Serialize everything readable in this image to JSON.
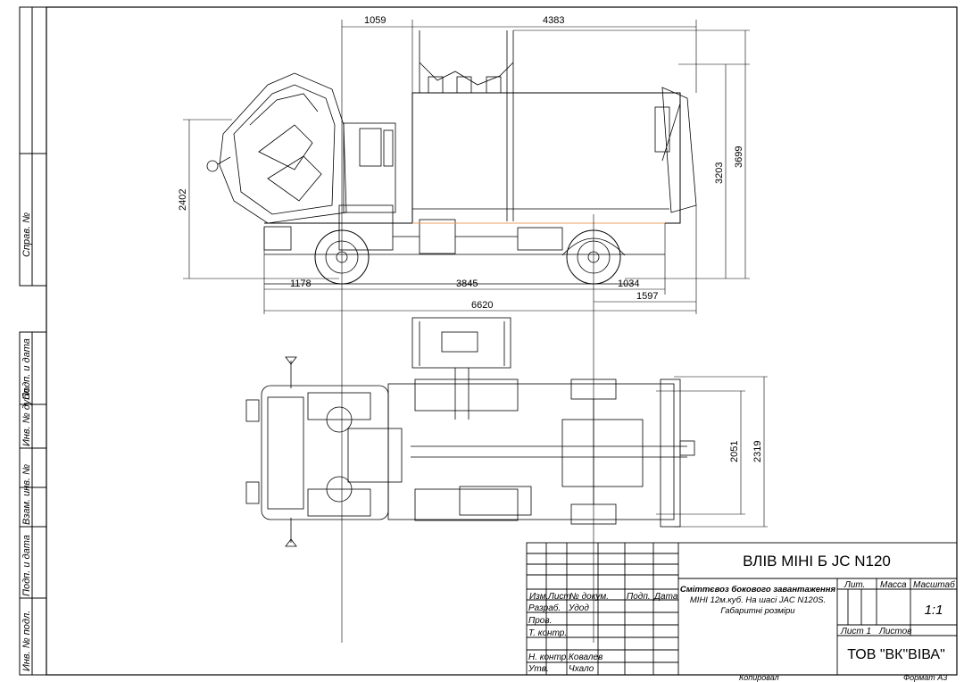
{
  "dimensions": {
    "side": {
      "front_cab": "1059",
      "body_length": "4383",
      "height_cab": "2402",
      "height_body": "3203",
      "height_total": "3699",
      "front_overhang": "1178",
      "wheelbase": "3845",
      "rear_axle_to_body": "1034",
      "rear_overhang": "1597",
      "overall_length": "6620"
    },
    "top": {
      "width_body": "2051",
      "width_total": "2319"
    }
  },
  "left_strip": {
    "sprav": "Справ. №",
    "podp_data_1": "Подп. и дата",
    "inv_dubl": "Инв. № дубл.",
    "vzam_inv": "Взам. инв. №",
    "podp_data_2": "Подп. и дата",
    "inv_podl": "Инв. № подл."
  },
  "title_block": {
    "drawing_title": "ВЛІВ МІНІ Б JC N120",
    "description_line1": "Сміттєвоз бокового завантаження",
    "description_line2": "МІНІ 12м.куб. На шасі JAC N120S.",
    "description_line3": "Габаритні розміри",
    "col_izm": "Изм.",
    "col_list": "Лист",
    "col_dokum": "№ докум.",
    "col_podp": "Подп.",
    "col_data": "Дата",
    "row_razrab": "Разраб.",
    "razrab_name": "Удод",
    "row_prov": "Пров.",
    "row_tkontr": "Т. контр.",
    "row_nkontr": "Н. контр.",
    "nkontr_name": "Ковалев",
    "row_utv": "Утв.",
    "utv_name": "Чхало",
    "lit": "Лит.",
    "massa": "Масса",
    "masshtab": "Масштаб",
    "scale_value": "1:1",
    "list": "Лист 1",
    "listov": "Листов",
    "company": "ТОВ \"ВК\"ВІВА\""
  },
  "footer": {
    "kopiroval": "Копировал",
    "format": "Формат А3"
  }
}
